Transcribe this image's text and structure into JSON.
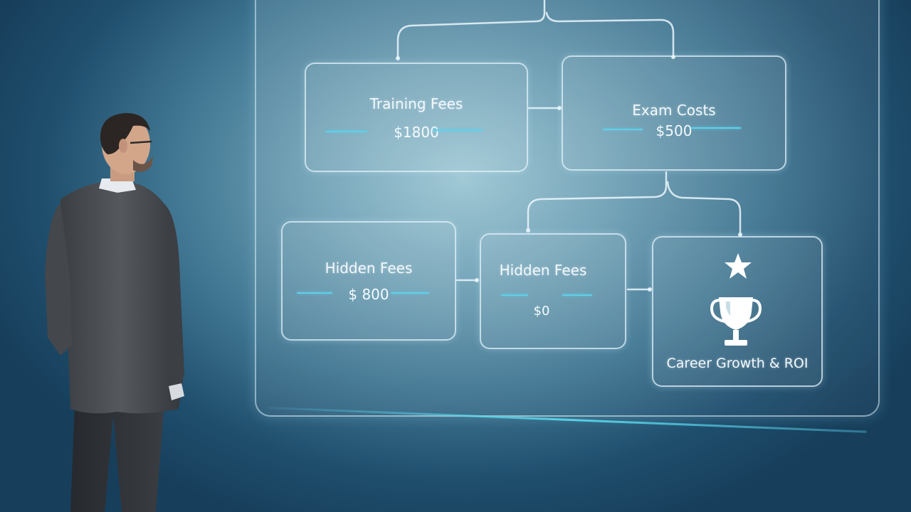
{
  "cards": {
    "training": {
      "title": "Training Fees",
      "value": "$1800"
    },
    "exam": {
      "title": "Exam Costs",
      "value": "$500"
    },
    "hidden1": {
      "title": "Hidden Fees",
      "value": "$ 800"
    },
    "hidden2": {
      "title": "Hidden Fees",
      "value": "$0"
    },
    "career": {
      "title": "Career Growth & ROI",
      "icons": [
        "star-icon",
        "trophy-icon"
      ]
    }
  },
  "colors": {
    "accent_line": "#5fd0ea",
    "card_border": "#e1f2fa",
    "background_dark": "#173f5c",
    "background_light": "#9ac5d3"
  }
}
